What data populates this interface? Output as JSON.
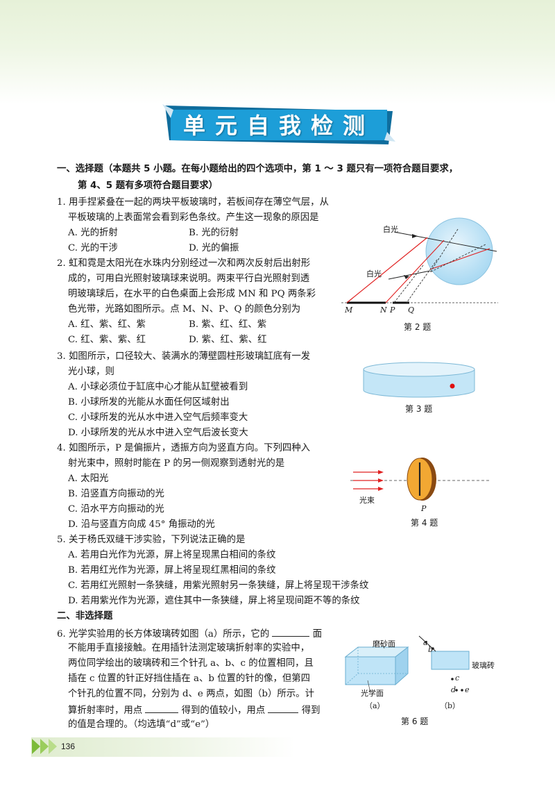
{
  "title": "单元自我检测",
  "section1": {
    "heading_line1": "一、选择题（本题共 5 小题。在每小题给出的四个选项中，第 1 ～ 3 题只有一项符合题目要求，",
    "heading_line2": "第 4、5 题有多项符合题目要求）"
  },
  "q1": {
    "line1": "1. 用手捏紧叠在一起的两块平板玻璃时，若板间存在薄空气层，从",
    "line2": "平板玻璃的上表面常会看到彩色条纹。产生这一现象的原因是",
    "options": [
      "A. 光的折射",
      "B. 光的衍射",
      "C. 光的干涉",
      "D. 光的偏振"
    ]
  },
  "q2": {
    "line1": "2. 虹和霓是太阳光在水珠内分别经过一次和两次反射后出射形",
    "line2": "成的，可用白光照射玻璃球来说明。两束平行白光照射到透",
    "line3": "明玻璃球后，在水平的白色桌面上会形成 MN 和 PQ 两条彩",
    "line4": "色光带，光路如图所示。点 M、N、P、Q 的颜色分别为",
    "options": [
      "A. 红、紫、红、紫",
      "B. 紫、红、红、紫",
      "C. 红、紫、紫、红",
      "D. 紫、红、紫、红"
    ],
    "figure": {
      "label_white1": "白光",
      "label_white2": "白光",
      "M": "M",
      "N": "N",
      "P": "P",
      "Q": "Q",
      "caption": "第 2 题"
    }
  },
  "q3": {
    "line1": "3. 如图所示，口径较大、装满水的薄壁圆柱形玻璃缸底有一发",
    "line2": "光小球，则",
    "options": [
      "A. 小球必须位于缸底中心才能从缸壁被看到",
      "B. 小球所发的光能从水面任何区域射出",
      "C. 小球所发的光从水中进入空气后频率变大",
      "D. 小球所发的光从水中进入空气后波长变大"
    ],
    "figure": {
      "caption": "第 3 题"
    }
  },
  "q4": {
    "line1": "4. 如图所示，P 是偏振片，透振方向为竖直方向。下列四种入",
    "line2": "射光束中，照射时能在 P 的另一侧观察到透射光的是",
    "options": [
      "A. 太阳光",
      "B. 沿竖直方向振动的光",
      "C. 沿水平方向振动的光",
      "D. 沿与竖直方向成 45° 角振动的光"
    ],
    "figure": {
      "label_beam": "光束",
      "label_P": "P",
      "caption": "第 4 题"
    }
  },
  "q5": {
    "line1": "5. 关于杨氏双缝干涉实验，下列说法正确的是",
    "options": [
      "A. 若用白光作为光源，屏上将呈现黑白相间的条纹",
      "B. 若用红光作为光源，屏上将呈现红黑相间的条纹",
      "C. 若用红光照射一条狭缝，用紫光照射另一条狭缝，屏上将呈现干涉条纹",
      "D. 若用紫光作为光源，遮住其中一条狭缝，屏上将呈现间距不等的条纹"
    ]
  },
  "section2": {
    "heading": "二、非选择题"
  },
  "q6": {
    "line1a": "6. 光学实验用的长方体玻璃砖如图（a）所示，它的",
    "line1b": "面",
    "line2": "不能用手直接接触。在用插针法测定玻璃折射率的实验中，",
    "line3": "两位同学绘出的玻璃砖和三个针孔 a、b、c 的位置相同，且",
    "line4": "插在 c 位置的针正好挡住插在 a、b 位置的针的像，但第四",
    "line5": "个针孔的位置不同，分别为 d、e 两点，如图（b）所示。计",
    "line6a": "算折射率时，用点",
    "line6b": "得到的值较小，用点",
    "line6c": "得到",
    "line7": "的值是合理的。（均选填“d”或“e”）",
    "figure": {
      "label_frosted": "磨砂面",
      "label_optical": "光学面",
      "label_glass": "玻璃砖",
      "label_a": "a",
      "label_b": "b",
      "label_c": "c",
      "label_d": "d",
      "label_e": "e",
      "sub_a": "（a）",
      "sub_b": "（b）",
      "caption": "第 6 题"
    }
  },
  "page_number": "136",
  "colors": {
    "title_blue": "#1d9ed8",
    "accent_green": "#7dbb3a",
    "light_red": "#e02020",
    "glass_blue": "#bfe4f7"
  }
}
